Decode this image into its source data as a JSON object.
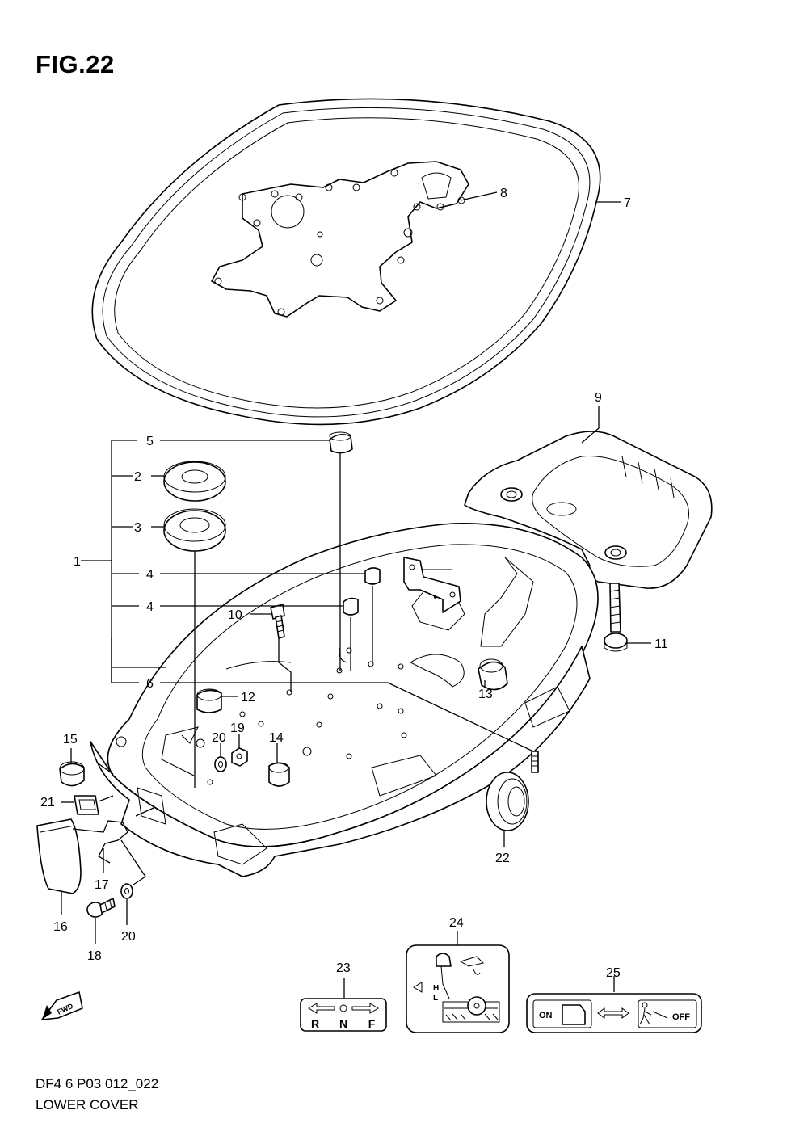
{
  "figure": {
    "title": "FIG.22",
    "code": "DF4 6 P03 012_022",
    "name": "LOWER COVER"
  },
  "callouts": [
    "1",
    "2",
    "3",
    "4",
    "4",
    "5",
    "6",
    "7",
    "8",
    "9",
    "10",
    "11",
    "12",
    "13",
    "14",
    "15",
    "16",
    "17",
    "18",
    "19",
    "20",
    "20",
    "21",
    "22",
    "23",
    "24",
    "25"
  ],
  "decals": {
    "shift": {
      "letters": [
        "R",
        "N",
        "F"
      ]
    },
    "oil": {
      "high": "H",
      "low": "L"
    },
    "switch": {
      "on": "ON",
      "off": "OFF"
    }
  },
  "fwd_badge": "FWD"
}
